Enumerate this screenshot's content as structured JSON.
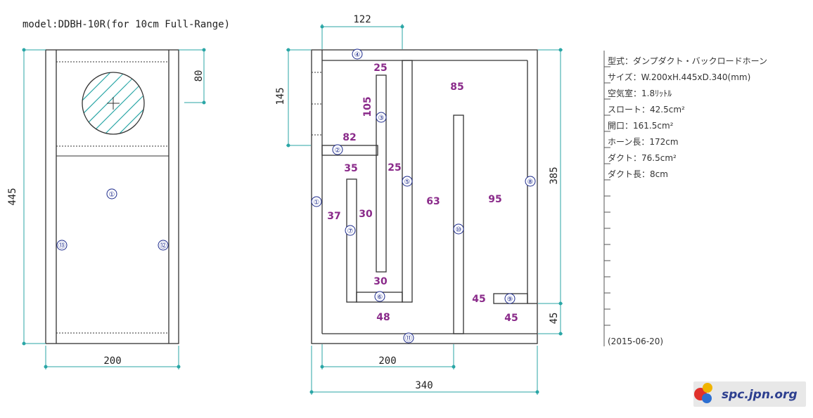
{
  "title": "model:DDBH-10R(for 10cm Full-Range)",
  "front_view": {
    "dim_width": "200",
    "dim_height": "445",
    "dim_top": "80",
    "parts": [
      "①",
      "⑬",
      "⑫"
    ]
  },
  "side_view": {
    "dim_top": "122",
    "dim_left": "145",
    "dim_right": "385",
    "dim_right_small": "45",
    "dim_bottom_inner": "200",
    "dim_bottom_total": "340",
    "parts": [
      "①",
      "②",
      "③",
      "④",
      "⑤",
      "⑥",
      "⑦",
      "⑧",
      "⑨",
      "⑩",
      "⑪"
    ],
    "numbers": [
      "25",
      "105",
      "82",
      "35",
      "25",
      "37",
      "30",
      "30",
      "48",
      "85",
      "63",
      "95",
      "45",
      "45"
    ]
  },
  "specs": [
    "型式：ダンプダクト・バックロードホーン",
    "サイズ：W.200xH.445xD.340(mm)",
    "空気室：1.8ﾘｯﾄﾙ",
    "スロート：42.5cm²",
    "開口：161.5cm²",
    "ホーン長：172cm",
    "ダクト：76.5cm²",
    "ダクト長：8cm"
  ],
  "date": "(2015-06-20)",
  "watermark": "spc.jpn.org",
  "colors": {
    "line": "#333333",
    "dimension": "#2aa6a6",
    "number": "#8a2a8a",
    "part": "#1c2a8c",
    "hatch": "#2aa6a6"
  }
}
